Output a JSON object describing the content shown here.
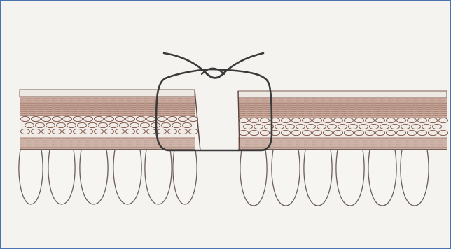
{
  "figure": {
    "colors": {
      "frame_border": "#4a74ae",
      "paper": "#f4f3f0",
      "fibrous_layer": "#ab8a7d",
      "adipose_fill": "#f0ebe6",
      "adipose_lines": "#7e5547",
      "outline": "#5a4540",
      "suture": "#3a3a3a",
      "villi_stroke": "#6d5f5a"
    },
    "parts": [
      {
        "name": "outer-layer",
        "side": "left"
      },
      {
        "name": "outer-layer",
        "side": "right"
      },
      {
        "name": "fatty-layer",
        "side": "left"
      },
      {
        "name": "fatty-layer",
        "side": "right"
      },
      {
        "name": "inner-layer",
        "side": "left"
      },
      {
        "name": "inner-layer",
        "side": "right"
      },
      {
        "name": "folds",
        "side": "left",
        "count": 6
      },
      {
        "name": "folds",
        "side": "right",
        "count": 6
      },
      {
        "name": "suture-loop"
      },
      {
        "name": "suture-knot"
      }
    ]
  }
}
